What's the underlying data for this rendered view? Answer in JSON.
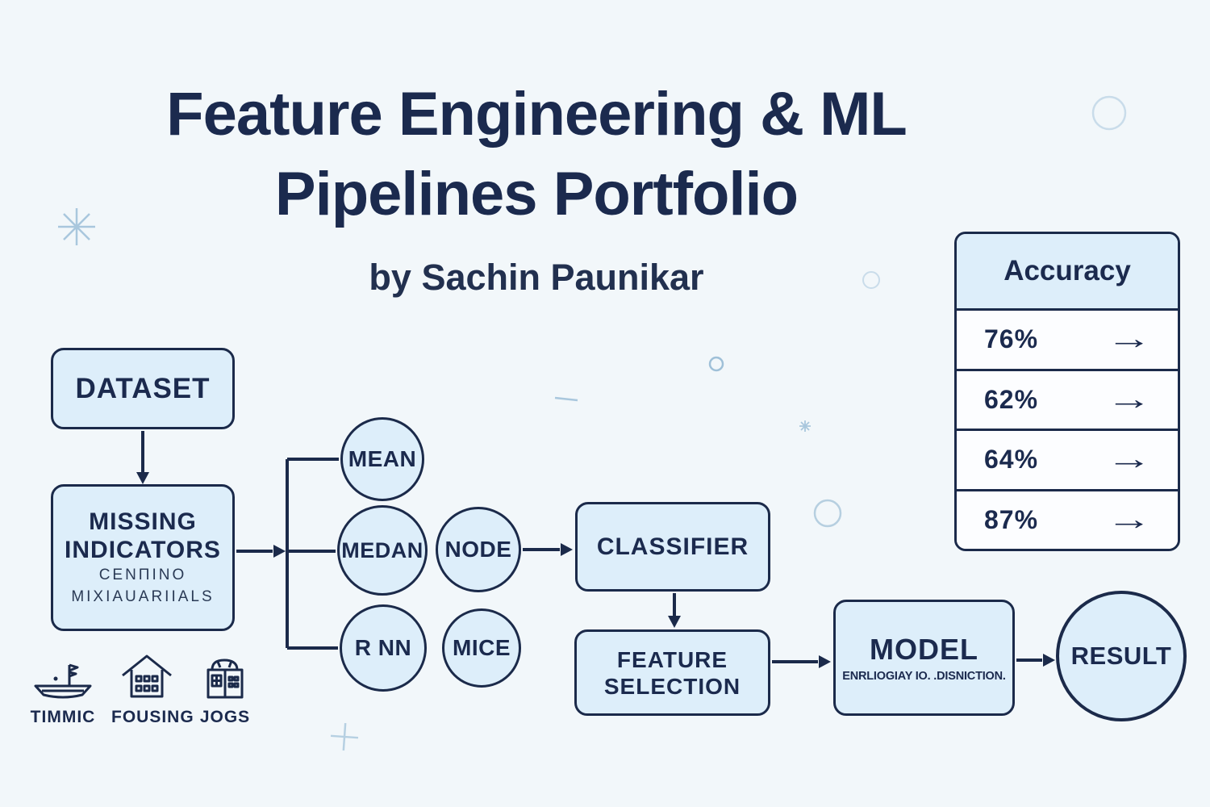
{
  "title": {
    "line1": "Feature Engineering & ML",
    "line2": "Pipelines Portfolio",
    "byline": "by Sachin Paunikar"
  },
  "pipeline": {
    "dataset": "DATASET",
    "missing_indicators": {
      "line1": "MISSING",
      "line2": "INDICATORS",
      "sub_line1": "CENΠINO",
      "sub_line2": "MIXIAUARIIALS"
    },
    "imputers": {
      "mean": "MEAN",
      "median": "MEDAN",
      "knn": "R NN",
      "node": "NODE",
      "mice": "MICE"
    },
    "classifier": "CLASSIFIER",
    "feature_selection": {
      "line1": "FEATURE",
      "line2": "SELECTION"
    },
    "model": {
      "title": "MODEL",
      "subtitle": "ENRLIOGIAY IO. .DISNICTION."
    },
    "result": "RESULT"
  },
  "accuracy_table": {
    "header": "Accuracy",
    "arrow": "→",
    "rows": [
      {
        "value": "76%"
      },
      {
        "value": "62%"
      },
      {
        "value": "64%"
      },
      {
        "value": "87%"
      }
    ]
  },
  "legend": {
    "items": [
      {
        "label": "TIMMIC",
        "icon": "ship-icon"
      },
      {
        "label": "FOUSING",
        "icon": "house-icon"
      },
      {
        "label": "JOGS",
        "icon": "building-icon"
      }
    ]
  },
  "decorations": [
    "asterisk",
    "sparkle",
    "plus",
    "dash",
    "circle-outline"
  ],
  "colors": {
    "background": "#f2f7fa",
    "node_fill": "#ddeefa",
    "node_border": "#1b2a4a",
    "text": "#1b2a4e",
    "decoration": "#a9c7dd"
  }
}
